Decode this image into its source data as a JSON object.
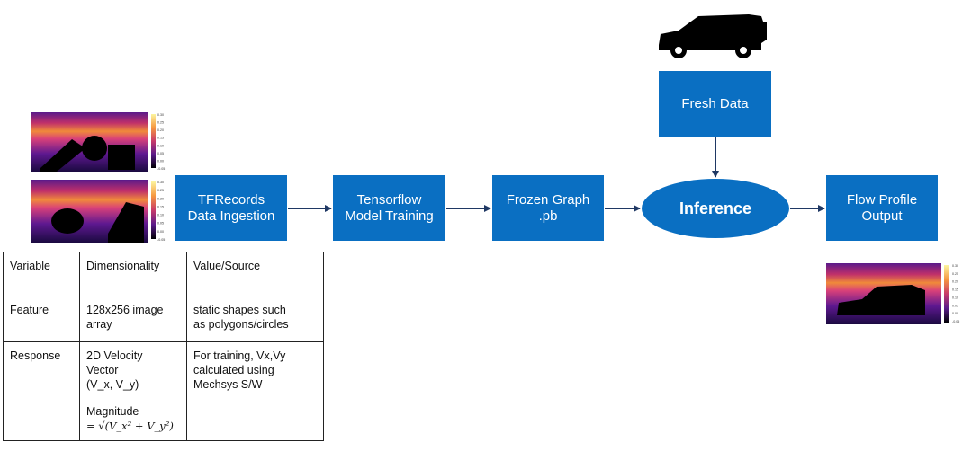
{
  "pipeline": {
    "tfrecords": "TFRecords\nData Ingestion",
    "training": "Tensorflow\nModel Training",
    "frozen": "Frozen Graph\n.pb",
    "inference": "Inference",
    "fresh_data": "Fresh Data",
    "output": "Flow Profile\nOutput"
  },
  "colorbar_ticks": [
    "0.30",
    "0.25",
    "0.20",
    "0.15",
    "0.10",
    "0.05",
    "0.00",
    "-0.05"
  ],
  "table": {
    "headers": [
      "Variable",
      "Dimensionality",
      "Value/Source"
    ],
    "rows": [
      {
        "variable": "Feature",
        "dimensionality": "128x256 image\narray",
        "source": "static shapes such\nas polygons/circles"
      },
      {
        "variable": "Response",
        "dimensionality": "2D Velocity\nVector\n(V_x, V_y)",
        "magnitude_label": "Magnitude",
        "magnitude_formula": "= √(V_x² + V_y²)",
        "source": "For training, Vx,Vy\ncalculated using\nMechsys S/W"
      }
    ]
  },
  "colors": {
    "box": "#0a6fc2",
    "arrow": "#1f3864"
  }
}
